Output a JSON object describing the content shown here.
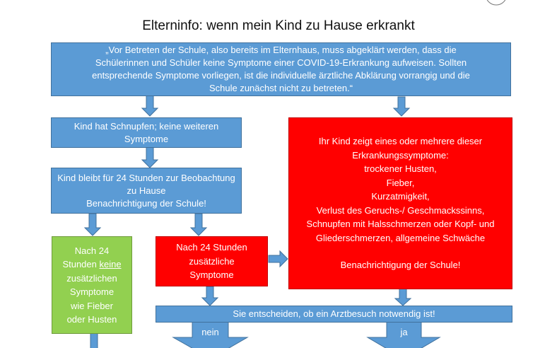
{
  "title": "Elterninfo: wenn mein Kind zu Hause erkrankt",
  "intro": [
    "„Vor Betreten der Schule, also bereits im Elternhaus, muss abgeklärt werden, dass die",
    "Schülerinnen und Schüler keine Symptome einer COVID-19-Erkrankung aufweisen. Sollten",
    "entsprechende Symptome vorliegen, ist die individuelle ärztliche Abklärung vorrangig und die",
    "Schule zunächst nicht zu betreten.“"
  ],
  "schnupfen": [
    "Kind hat Schnupfen; keine weiteren",
    "Symptome"
  ],
  "beobachtung": [
    "Kind bleibt für 24 Stunden zur Beobachtung",
    "zu Hause",
    "Benachrichtigung der Schule!"
  ],
  "symptome": [
    "Ihr Kind zeigt eines oder mehrere dieser",
    "Erkrankungssymptome:",
    "trockener Husten,",
    "Fieber,",
    "Kurzatmigkeit,",
    "Verlust des Geruchs-/ Geschmackssinns,",
    "Schnupfen mit Halsschmerzen oder Kopf- und",
    "Gliederschmerzen, allgemeine Schwäche",
    "",
    "Benachrichtigung der Schule!"
  ],
  "green": {
    "l1": "Nach 24",
    "l2a": "Stunden ",
    "l2b": "keine",
    "l3": "zusätzlichen",
    "l4": "Symptome",
    "l5": "wie Fieber",
    "l6": "oder Husten"
  },
  "red_small": [
    "Nach 24 Stunden",
    "zusätzliche",
    "Symptome"
  ],
  "decision": "Sie entscheiden, ob ein Arztbesuch notwendig ist!",
  "no": "nein",
  "yes": "ja",
  "colors": {
    "blue": "#5b9bd5",
    "red": "#ff0000",
    "green": "#92d050"
  }
}
